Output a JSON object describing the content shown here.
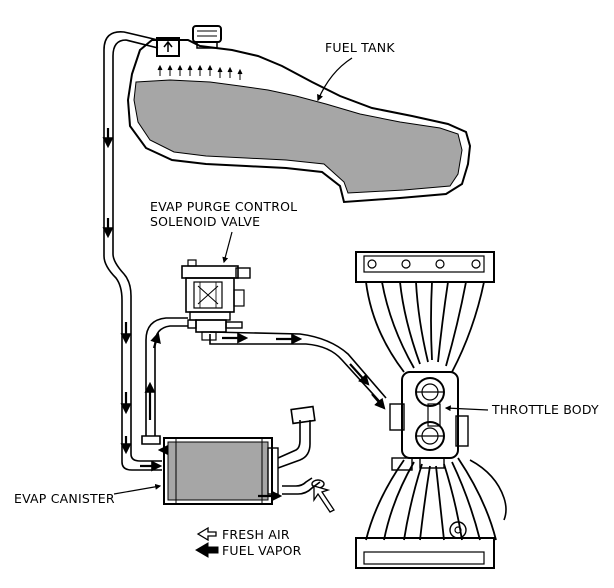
{
  "labels": {
    "fuel_tank": "FUEL TANK",
    "purge_valve_line1": "EVAP PURGE CONTROL",
    "purge_valve_line2": "SOLENOID VALVE",
    "throttle_body": "THROTTLE BODY",
    "canister": "EVAP CANISTER"
  },
  "legend": {
    "fresh_air": "FRESH AIR",
    "fuel_vapor": "FUEL VAPOR"
  },
  "colors": {
    "fuel_fill": "#a6a6a6",
    "line": "#000000",
    "background": "#ffffff"
  }
}
